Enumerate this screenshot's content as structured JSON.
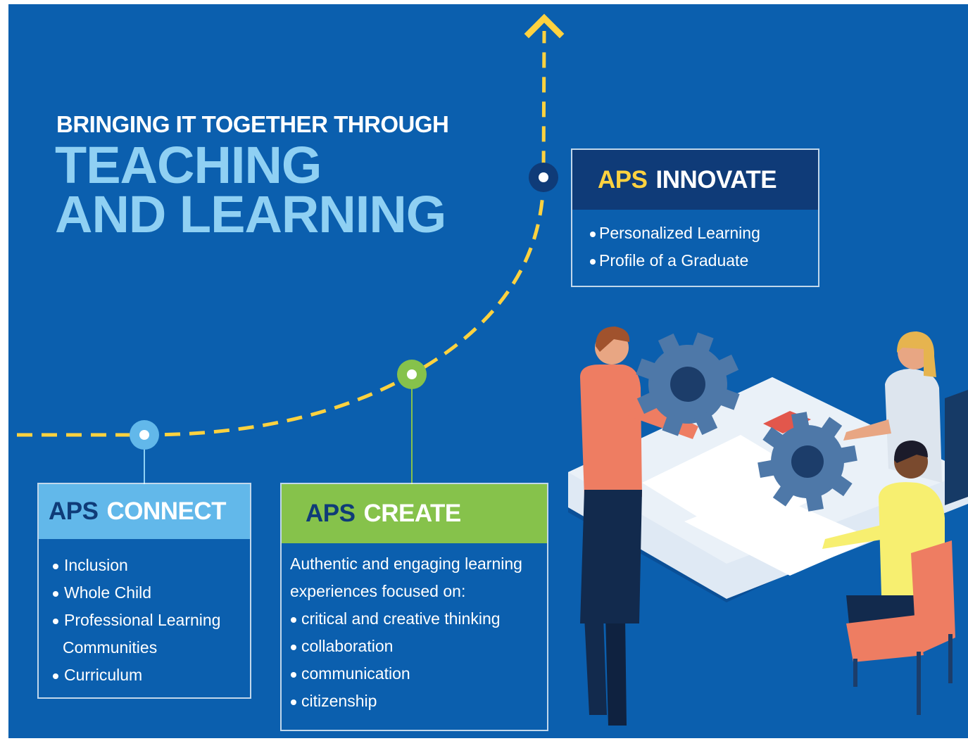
{
  "header": {
    "kicker": "BRINGING IT TOGETHER THROUGH",
    "title_line1": "TEACHING",
    "title_line2": "AND LEARNING"
  },
  "boxes": {
    "connect": {
      "prefix": "APS",
      "name": "CONNECT",
      "items": [
        "Inclusion",
        "Whole Child",
        "Professional Learning",
        "Communities",
        "Curriculum"
      ]
    },
    "create": {
      "prefix": "APS",
      "name": "CREATE",
      "intro_line1": "Authentic and engaging learning",
      "intro_line2": "experiences focused on:",
      "items": [
        "critical and creative thinking",
        "collaboration",
        "communication",
        "citizenship"
      ]
    },
    "innovate": {
      "prefix": "APS",
      "name": "INNOVATE",
      "items": [
        "Personalized Learning",
        "Profile of a Graduate"
      ]
    }
  },
  "colors": {
    "background": "#0b5fae",
    "title_light_blue": "#8fd0f3",
    "path_yellow": "#ffd23f",
    "connect_header": "#62b8ea",
    "create_header": "#86c24b",
    "innovate_header": "#0f3b78",
    "navy_text": "#0f3b78",
    "innovate_prefix": "#ffd23f"
  },
  "icons": [
    "arrow-up-icon",
    "milestone-node-connect-icon",
    "milestone-node-create-icon",
    "milestone-node-innovate-icon",
    "gear-icon",
    "people-at-table-illustration"
  ]
}
